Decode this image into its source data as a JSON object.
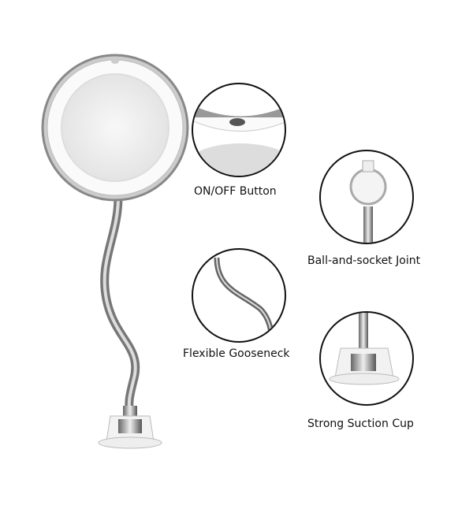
{
  "features": [
    {
      "label": "ON/OFF Button"
    },
    {
      "label": "Ball-and-socket Joint"
    },
    {
      "label": "Flexible Gooseneck"
    },
    {
      "label": "Strong Suction Cup"
    }
  ]
}
